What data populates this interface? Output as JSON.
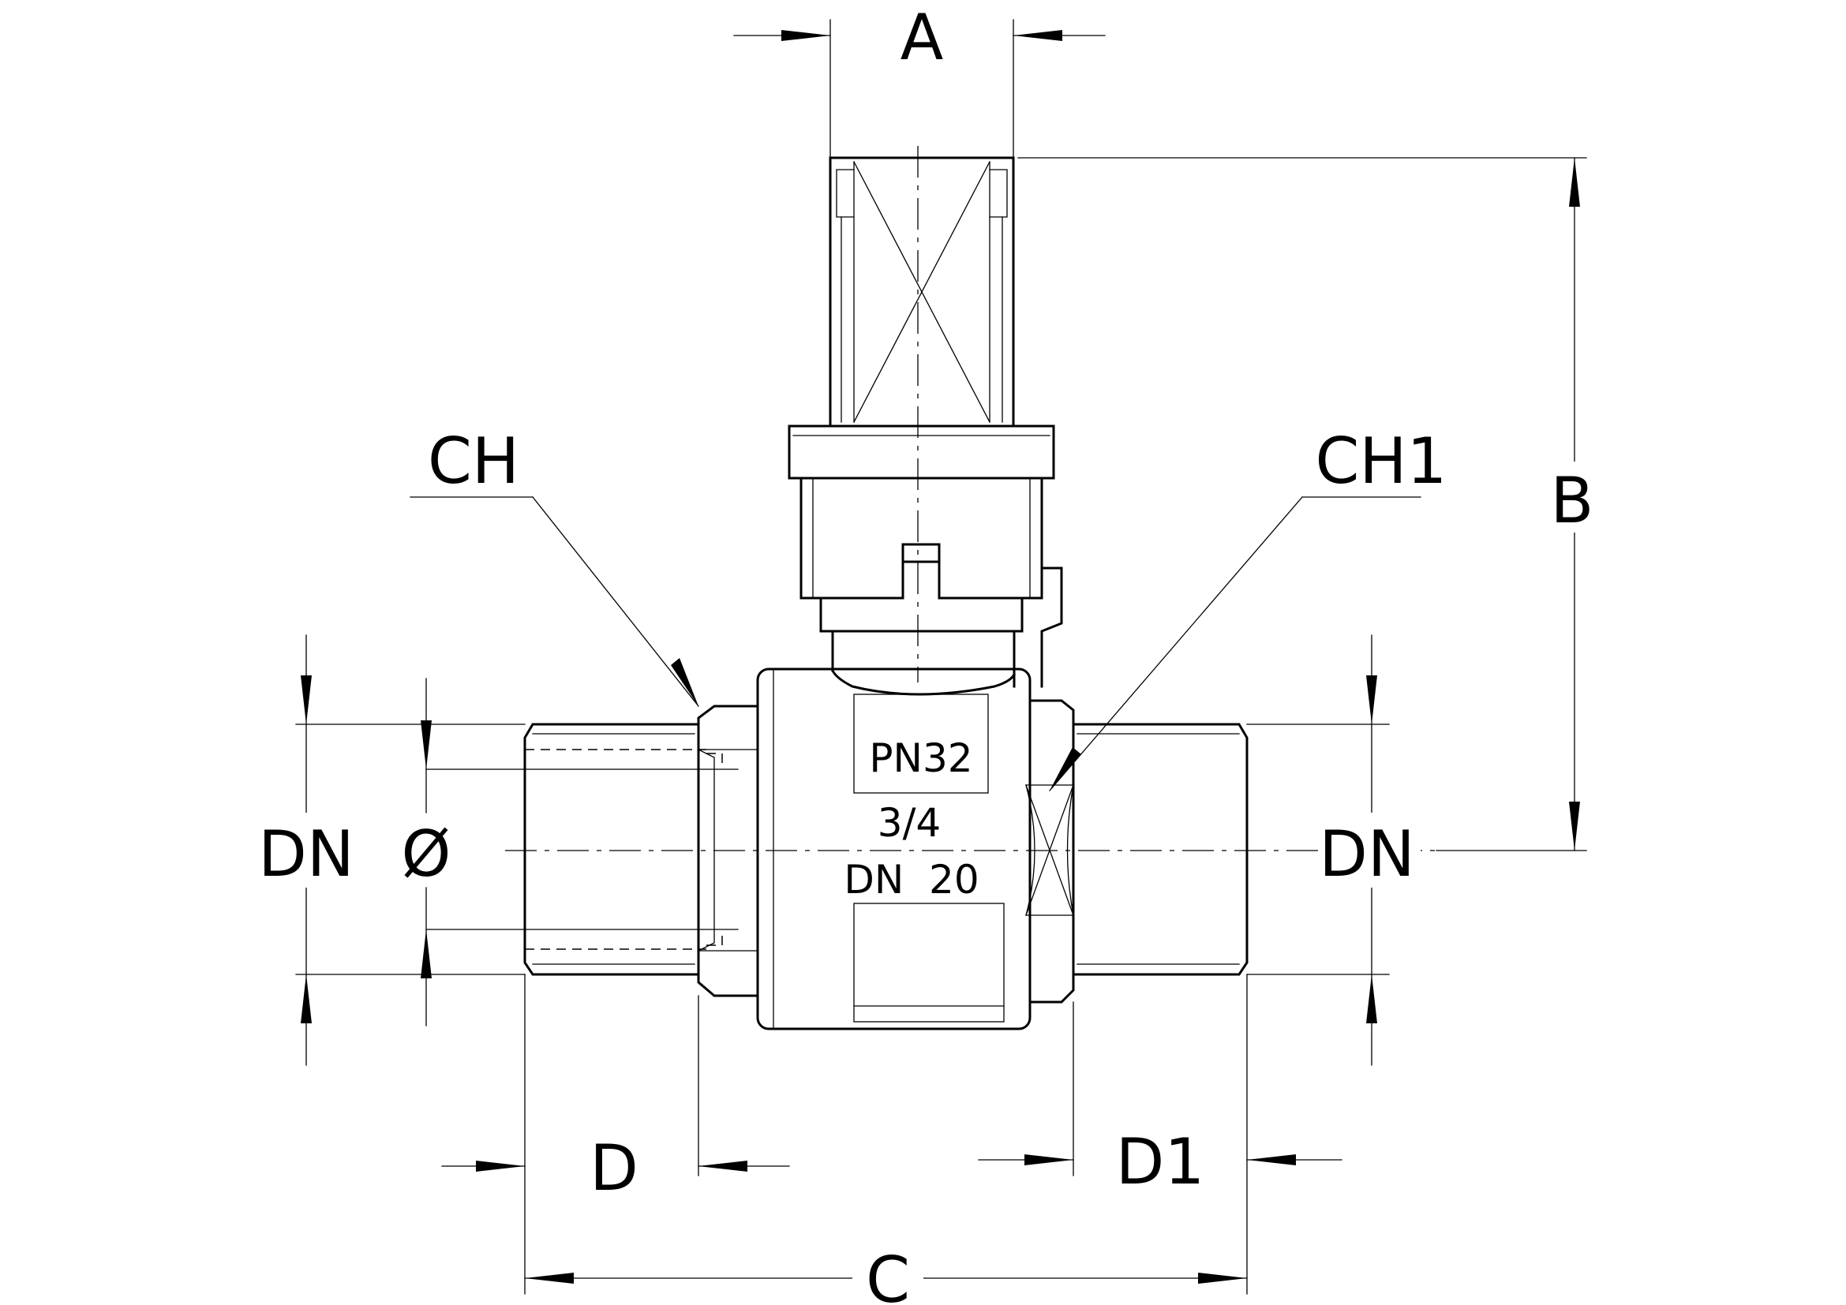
{
  "labels": {
    "a": "A",
    "b": "B",
    "c": "C",
    "d": "D",
    "d1": "D1",
    "ch": "CH",
    "ch1": "CH1",
    "dn_left": "DN",
    "dn_right": "DN",
    "phi": "Ø"
  },
  "body_markings": {
    "pressure": "PN32",
    "size": "3/4",
    "nominal": "DN  20"
  }
}
